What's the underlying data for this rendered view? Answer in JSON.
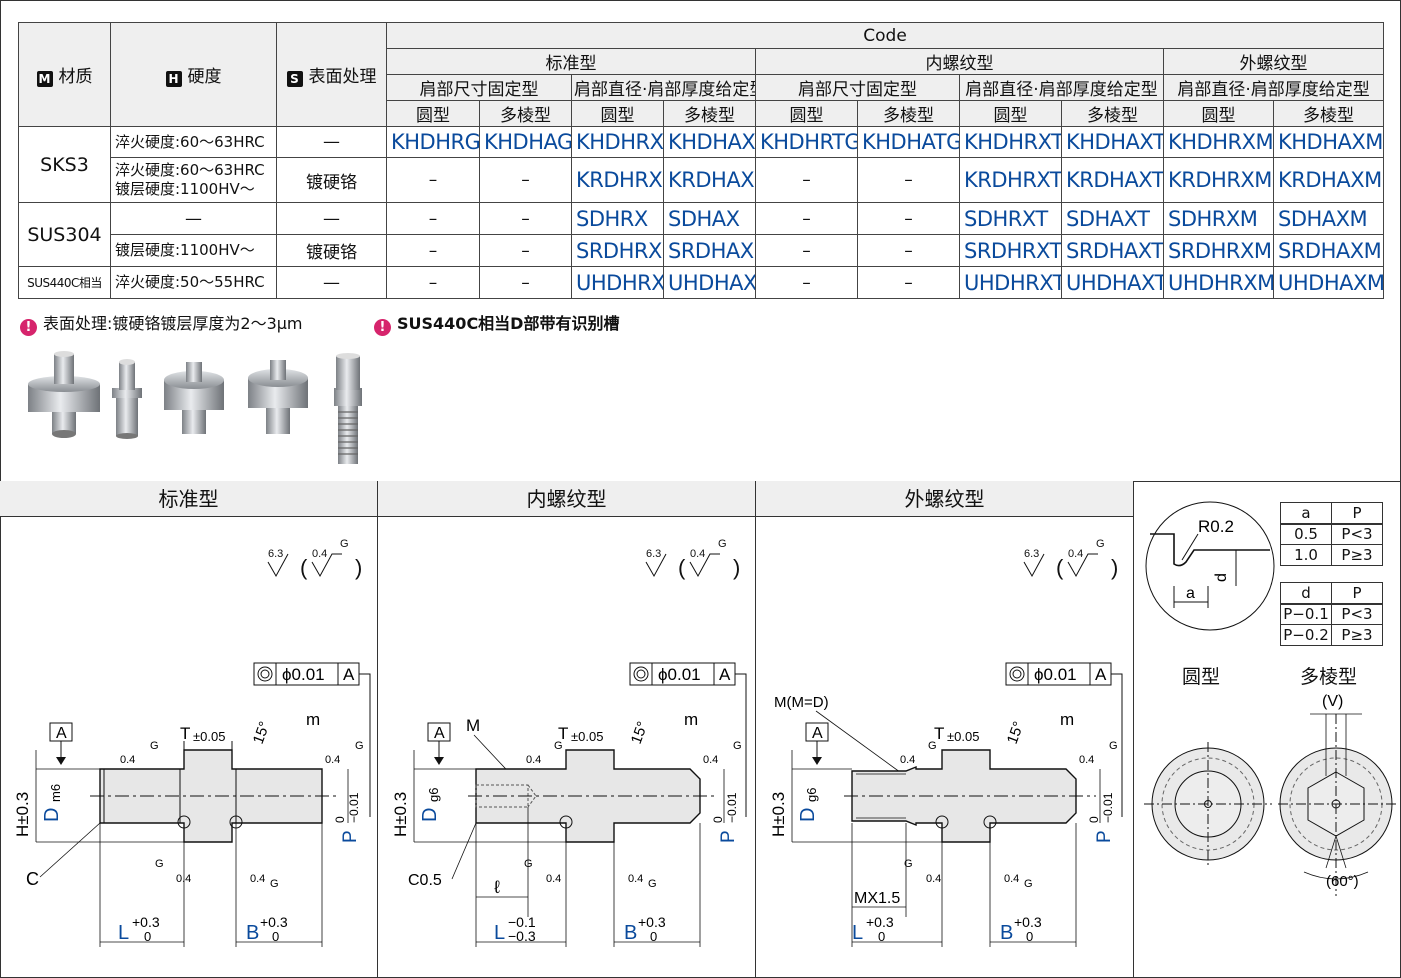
{
  "table": {
    "code_header": "Code",
    "material_header": "材质",
    "hardness_header": "硬度",
    "surface_header": "表面处理",
    "badges": {
      "m": "M",
      "h": "H",
      "s": "S"
    },
    "groups": [
      "标准型",
      "内螺纹型",
      "外螺纹型"
    ],
    "subgroups": [
      "肩部尺寸固定型",
      "肩部直径·肩部厚度给定型",
      "肩部尺寸固定型",
      "肩部直径·肩部厚度给定型",
      "肩部直径·肩部厚度给定型"
    ],
    "shapes": [
      "圆型",
      "多棱型",
      "圆型",
      "多棱型",
      "圆型",
      "多棱型",
      "圆型",
      "多棱型",
      "圆型",
      "多棱型"
    ],
    "rows": [
      {
        "material": "SKS3",
        "hardness": "淬火硬度:60～63HRC",
        "surface": "—",
        "codes": [
          "KHDHRG",
          "KHDHAG",
          "KHDHRX",
          "KHDHAX",
          "KHDHRTG",
          "KHDHATG",
          "KHDHRXT",
          "KHDHAXT",
          "KHDHRXM",
          "KHDHAXM"
        ]
      },
      {
        "hardness": "淬火硬度:60～63HRC",
        "hardness2": "镀层硬度:1100HV～",
        "surface": "镀硬铬",
        "codes": [
          "–",
          "–",
          "KRDHRX",
          "KRDHAX",
          "–",
          "–",
          "KRDHRXT",
          "KRDHAXT",
          "KRDHRXM",
          "KRDHAXM"
        ]
      },
      {
        "material": "SUS304",
        "hardness": "—",
        "surface": "—",
        "codes": [
          "–",
          "–",
          "SDHRX",
          "SDHAX",
          "–",
          "–",
          "SDHRXT",
          "SDHAXT",
          "SDHRXM",
          "SDHAXM"
        ]
      },
      {
        "hardness": "镀层硬度:1100HV～",
        "surface": "镀硬铬",
        "codes": [
          "–",
          "–",
          "SRDHRX",
          "SRDHAX",
          "–",
          "–",
          "SRDHRXT",
          "SRDHAXT",
          "SRDHRXM",
          "SRDHAXM"
        ]
      },
      {
        "material": "SUS440C相当",
        "hardness": "淬火硬度:50～55HRC",
        "surface": "—",
        "codes": [
          "–",
          "–",
          "UHDHRX",
          "UHDHAX",
          "–",
          "–",
          "UHDHRXT",
          "UHDHAXT",
          "UHDHRXM",
          "UHDHAXM"
        ]
      }
    ]
  },
  "notes": [
    {
      "icon": "!",
      "text": "表面处理:镀硬铬镀层厚度为2～3μm"
    },
    {
      "icon": "!",
      "text": "SUS440C相当D部带有识别槽"
    }
  ],
  "panels": [
    {
      "title": "标准型",
      "dia": "D",
      "dia_sub": "m6",
      "bore_tag": "C",
      "l_tol": "+0.3",
      "l_tol2": "0"
    },
    {
      "title": "内螺纹型",
      "dia": "D",
      "dia_sub": "g6",
      "bore_tag": "C0.5",
      "thread_tag": "M",
      "ell": "ℓ",
      "l_tol": "−0.1",
      "l_tol2": "−0.3"
    },
    {
      "title": "外螺纹型",
      "dia": "D",
      "dia_sub": "g6",
      "thread_tag": "M(M=D)",
      "mx": "MX1.5",
      "l_tol": "+0.3",
      "l_tol2": "0"
    }
  ],
  "dims": {
    "roughness": "6.3",
    "roughness2": "0.4",
    "g": "G",
    "concentric": "ϕ0.01",
    "datum": "A",
    "t": "T",
    "t_tol": "±0.05",
    "m": "m",
    "angle": "15°",
    "h": "H±0.3",
    "p": "P",
    "p_tol": "0",
    "p_tol2": "−0.01",
    "l": "L",
    "b": "B",
    "b_tol": "+0.3",
    "b_tol2": "0"
  },
  "detail": {
    "r": "R0.2",
    "a": "a",
    "d": "d",
    "table1": {
      "head": [
        "a",
        "P"
      ],
      "rows": [
        [
          "0.5",
          "P<3"
        ],
        [
          "1.0",
          "P≥3"
        ]
      ]
    },
    "table2": {
      "head": [
        "d",
        "P"
      ],
      "rows": [
        [
          "P−0.1",
          "P<3"
        ],
        [
          "P−0.2",
          "P≥3"
        ]
      ]
    },
    "round": "圆型",
    "poly": "多棱型",
    "v": "(V)",
    "angle": "(60°)"
  }
}
